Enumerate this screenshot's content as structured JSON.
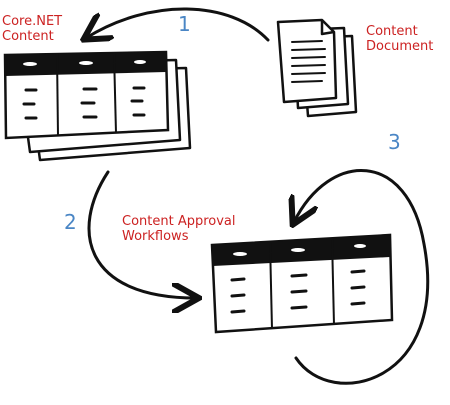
{
  "labels": {
    "core_net_content": [
      "Core.NET",
      "Content"
    ],
    "content_document": [
      "Content",
      "Document"
    ],
    "content_approval_workflows": [
      "Content Approval",
      "Workflows"
    ]
  },
  "steps": [
    "1",
    "2",
    "3"
  ],
  "colors": {
    "label_text": "#cc2222",
    "step_number": "#4a86c5",
    "ink": "#111111"
  }
}
